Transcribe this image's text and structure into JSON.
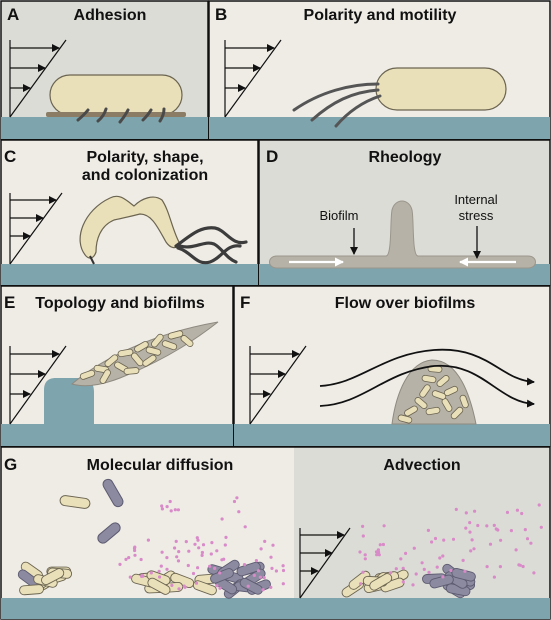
{
  "panels": {
    "A": {
      "letter": "A",
      "title": "Adhesion"
    },
    "B": {
      "letter": "B",
      "title": "Polarity and motility"
    },
    "C": {
      "letter": "C",
      "title_line1": "Polarity, shape,",
      "title_line2": "and colonization"
    },
    "D": {
      "letter": "D",
      "title": "Rheology",
      "label_biofilm": "Biofilm",
      "label_internal_line1": "Internal",
      "label_internal_line2": "stress"
    },
    "E": {
      "letter": "E",
      "title": "Topology and biofilms"
    },
    "F": {
      "letter": "F",
      "title": "Flow over biofilms"
    },
    "G": {
      "letter": "G",
      "title": "Molecular diffusion",
      "title_right": "Advection"
    }
  },
  "colors": {
    "background": "#efece6",
    "background_dark": "#dcdcd6",
    "surface": "#7ea4ad",
    "cell_fill": "#e9dfb9",
    "cell_stroke": "#6b6450",
    "cell_purple": "#8c8aa0",
    "matrix": "#b6b2a8",
    "molecule": "#d98ac8",
    "border": "#111111"
  },
  "icons": [
    "flow-profile-icon",
    "flagellum-icon",
    "pilus-icon",
    "rod-cell-icon",
    "streamline-icon"
  ]
}
